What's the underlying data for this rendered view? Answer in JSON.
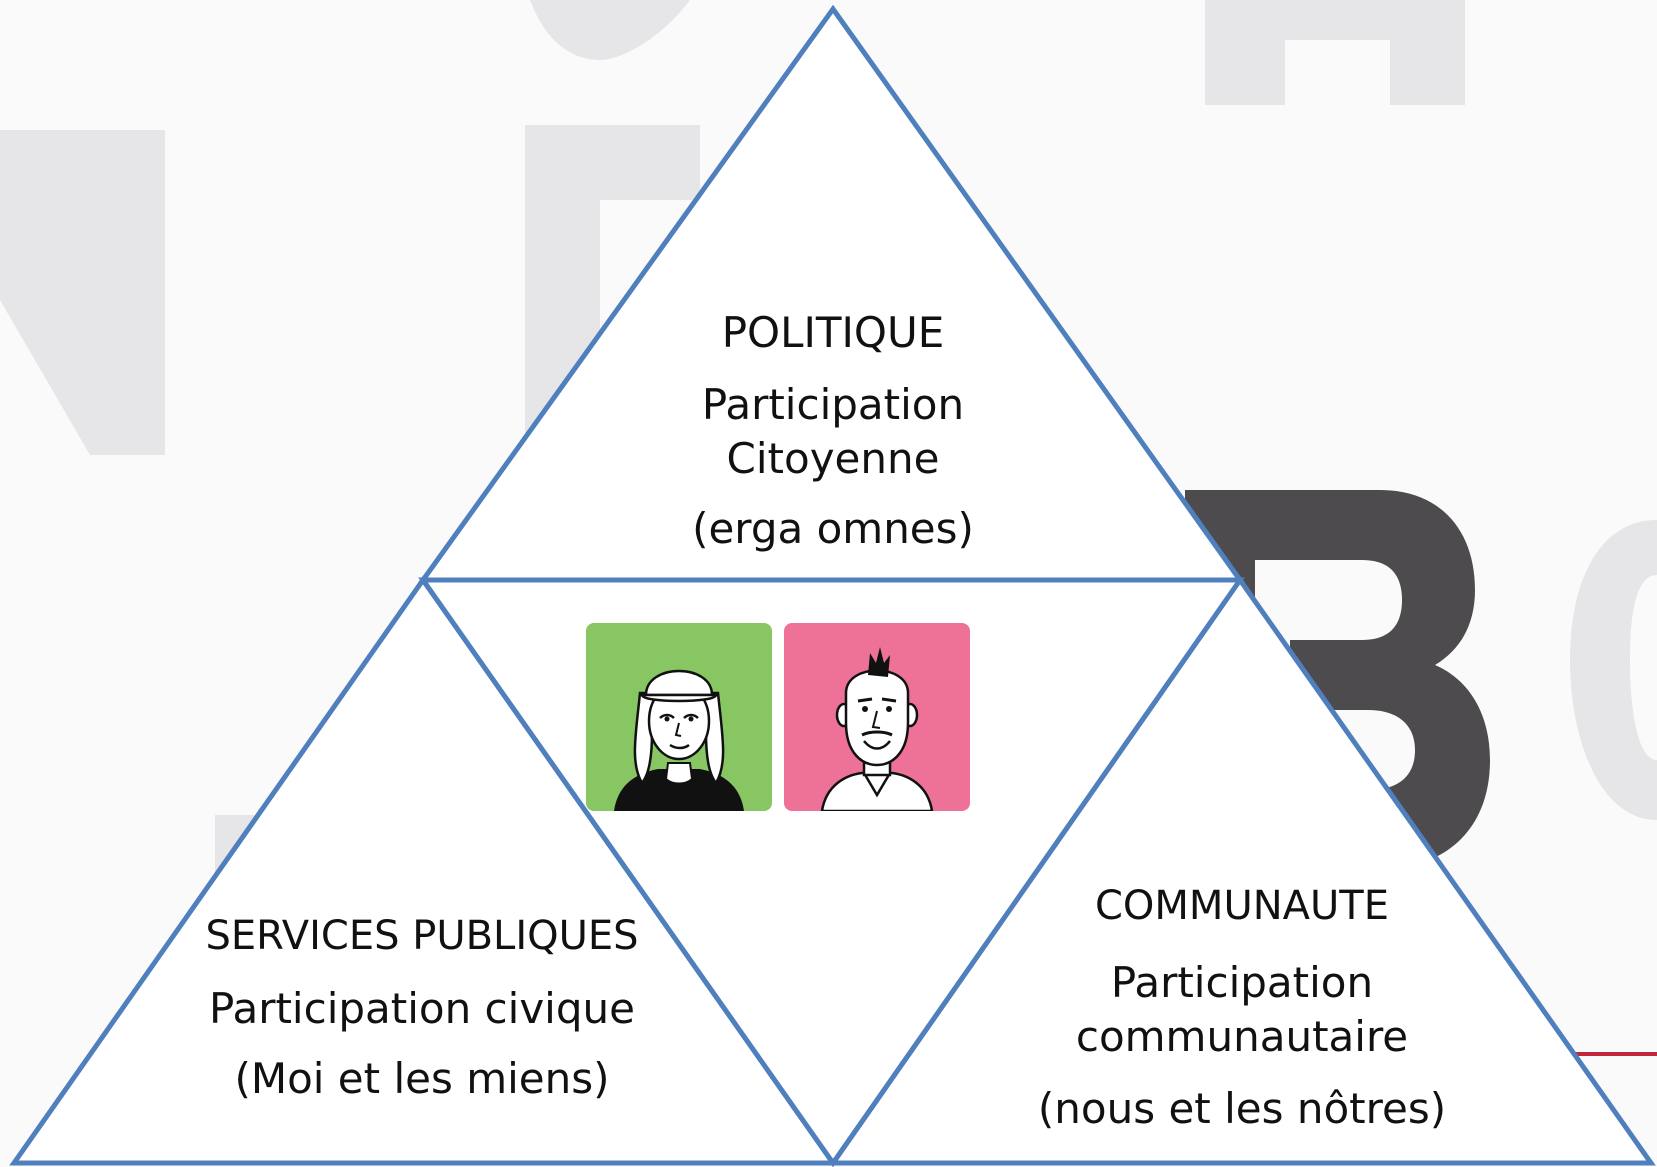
{
  "diagram": {
    "top": {
      "title": "POLITIQUE",
      "line1": "Participation",
      "line2": "Citoyenne",
      "line3": "(erga omnes)"
    },
    "left": {
      "title": "SERVICES PUBLIQUES",
      "line1": "Participation civique",
      "line2": "(Moi et les miens)"
    },
    "right": {
      "title": "COMMUNAUTE",
      "line1": "Participation",
      "line2": "communautaire",
      "line3": "(nous et les nôtres)"
    }
  },
  "avatars": [
    {
      "icon": "woman-cap-avatar-icon",
      "bg": "#87c663"
    },
    {
      "icon": "man-mohawk-avatar-icon",
      "bg": "#ee7197"
    }
  ],
  "colors": {
    "outline": "#4f80bd",
    "background": "#fbfafb",
    "watermark": "#e6e5e7",
    "watermark_dark": "#4d4b4d",
    "accent_red": "#c0283a"
  }
}
